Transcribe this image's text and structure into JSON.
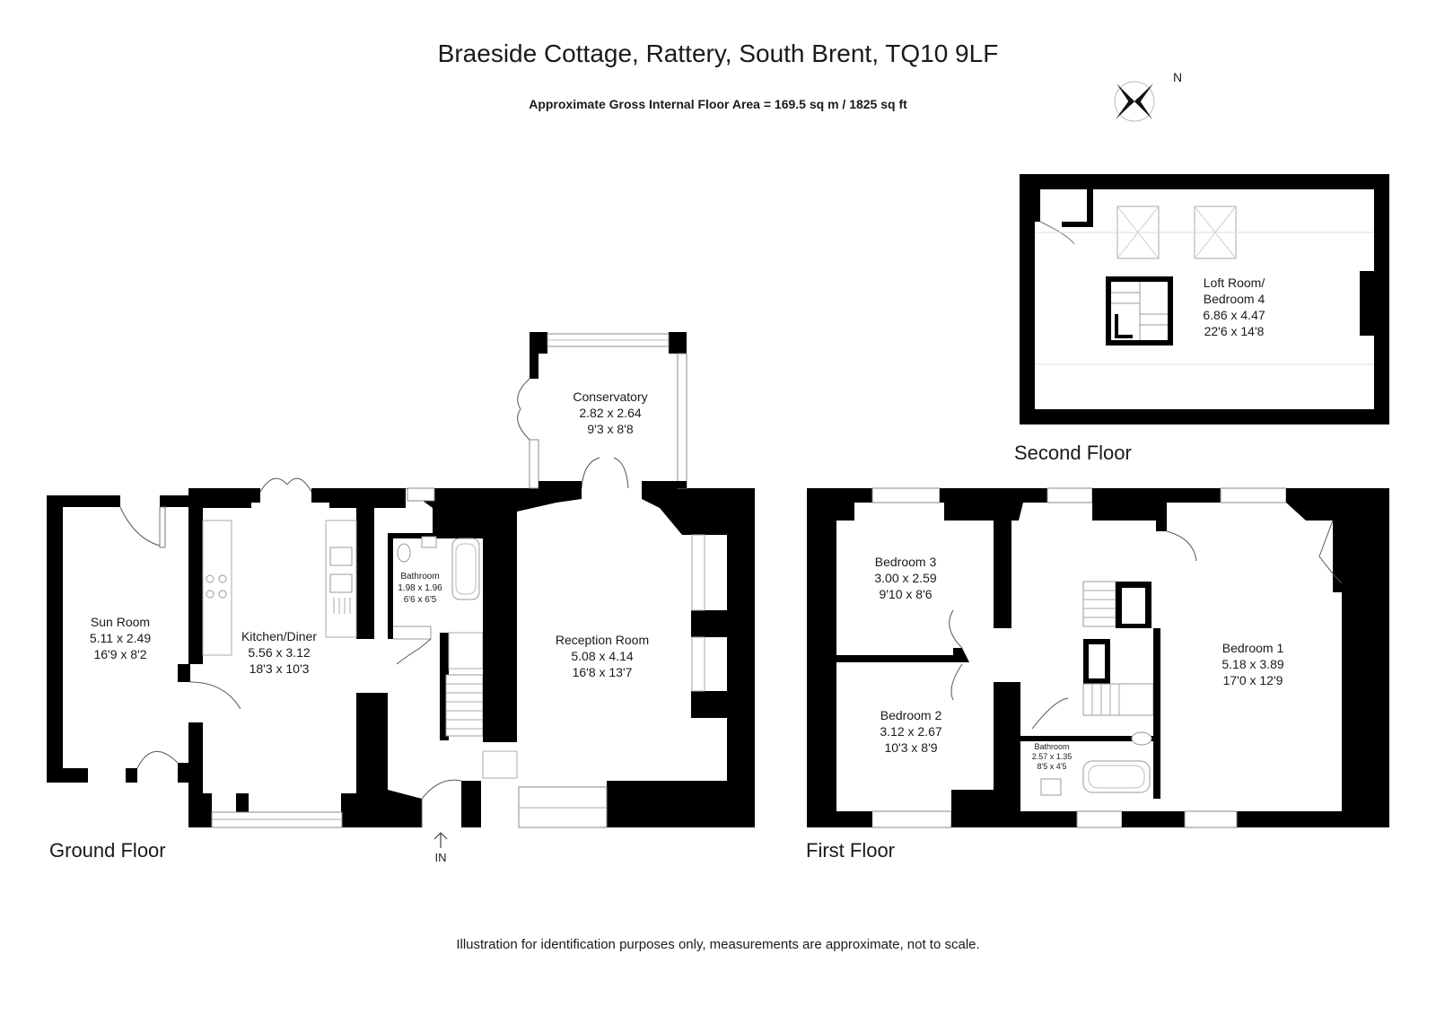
{
  "header": {
    "title": "Braeside Cottage, Rattery, South Brent, TQ10 9LF",
    "area": "Approximate Gross Internal Floor Area  = 169.5 sq m / 1825 sq ft"
  },
  "compass": {
    "label": "N"
  },
  "floors": {
    "ground": "Ground Floor",
    "first": "First Floor",
    "second": "Second Floor"
  },
  "entrance": {
    "label": "IN"
  },
  "rooms": {
    "sun_room": {
      "name": "Sun Room",
      "metric": "5.11 x 2.49",
      "imperial": "16'9 x 8'2"
    },
    "kitchen": {
      "name": "Kitchen/Diner",
      "metric": "5.56 x 3.12",
      "imperial": "18'3 x 10'3"
    },
    "bathroom_ground": {
      "name": "Bathroom",
      "metric": "1.98 x 1.96",
      "imperial": "6'6 x 6'5"
    },
    "conservatory": {
      "name": "Conservatory",
      "metric": "2.82 x 2.64",
      "imperial": "9'3 x 8'8"
    },
    "reception": {
      "name": "Reception Room",
      "metric": "5.08 x 4.14",
      "imperial": "16'8 x 13'7"
    },
    "bedroom3": {
      "name": "Bedroom 3",
      "metric": "3.00 x 2.59",
      "imperial": "9'10 x 8'6"
    },
    "bedroom2": {
      "name": "Bedroom 2",
      "metric": "3.12 x 2.67",
      "imperial": "10'3 x 8'9"
    },
    "bathroom_first": {
      "name": "Bathroom",
      "metric": "2.57 x 1.35",
      "imperial": "8'5 x 4'5"
    },
    "bedroom1": {
      "name": "Bedroom 1",
      "metric": "5.18 x 3.89",
      "imperial": "17'0 x 12'9"
    },
    "loft": {
      "name1": "Loft Room/",
      "name2": "Bedroom 4",
      "metric": "6.86 x 4.47",
      "imperial": "22'6 x 14'8"
    }
  },
  "footer": {
    "disclaimer": "Illustration for identification purposes only, measurements are approximate, not to scale."
  },
  "colors": {
    "wall": "#000000",
    "fixture": "#9a9a9a",
    "background": "#ffffff"
  }
}
